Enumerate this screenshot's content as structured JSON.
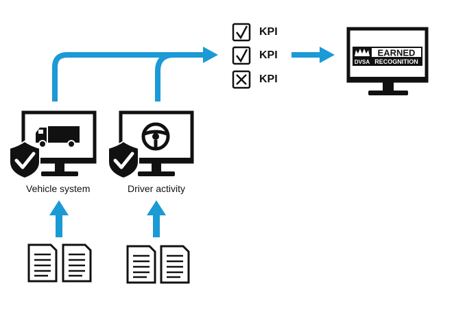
{
  "colors": {
    "arrow": "#1b9ad6",
    "ink": "#111111"
  },
  "systems": [
    {
      "label": "Vehicle system",
      "icon": "truck-icon",
      "badge": "shield-check-icon"
    },
    {
      "label": "Driver activity",
      "icon": "steering-wheel-icon",
      "badge": "shield-check-icon"
    }
  ],
  "kpis": [
    {
      "label": "KPI",
      "status": "checked"
    },
    {
      "label": "KPI",
      "status": "checked"
    },
    {
      "label": "KPI",
      "status": "crossed"
    }
  ],
  "logo": {
    "top": "EARNED",
    "left": "DVSA",
    "bottom": "RECOGNITION"
  }
}
